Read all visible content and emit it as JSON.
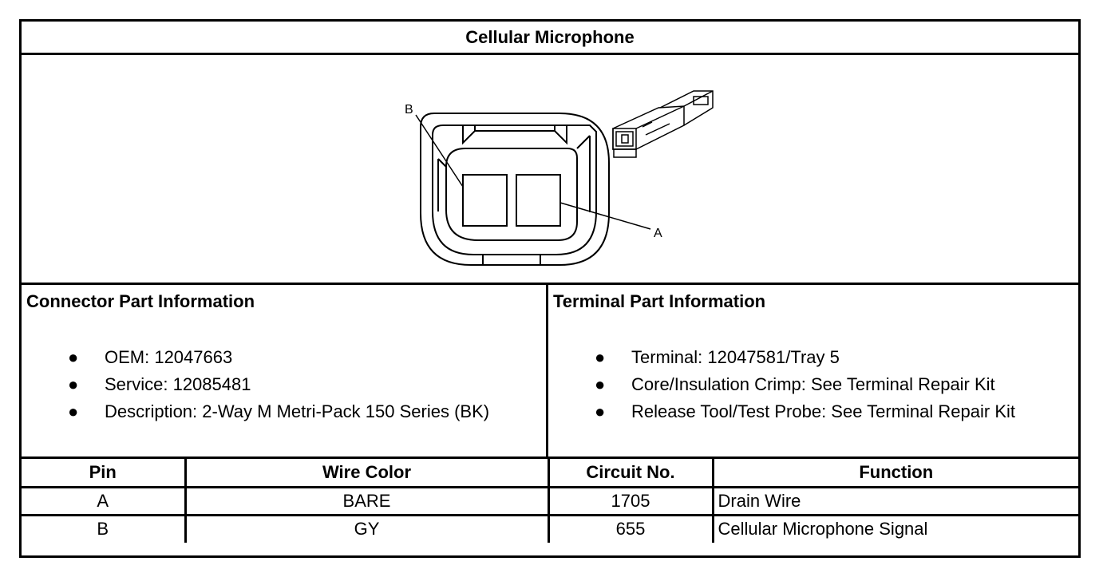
{
  "title": "Cellular Microphone",
  "diagram": {
    "pin_labels": [
      "B",
      "A"
    ]
  },
  "connector_info": {
    "heading": "Connector Part Information",
    "items": [
      "OEM: 12047663",
      "Service: 12085481",
      "Description: 2-Way M Metri-Pack 150 Series (BK)"
    ]
  },
  "terminal_info": {
    "heading": "Terminal Part Information",
    "items": [
      "Terminal: 12047581/Tray 5",
      "Core/Insulation Crimp: See Terminal Repair Kit",
      "Release Tool/Test Probe: See Terminal Repair Kit"
    ]
  },
  "table": {
    "headers": [
      "Pin",
      "Wire Color",
      "Circuit No.",
      "Function"
    ],
    "rows": [
      [
        "A",
        "BARE",
        "1705",
        "Drain Wire"
      ],
      [
        "B",
        "GY",
        "655",
        "Cellular Microphone Signal"
      ]
    ]
  },
  "bullet_glyph": "●"
}
